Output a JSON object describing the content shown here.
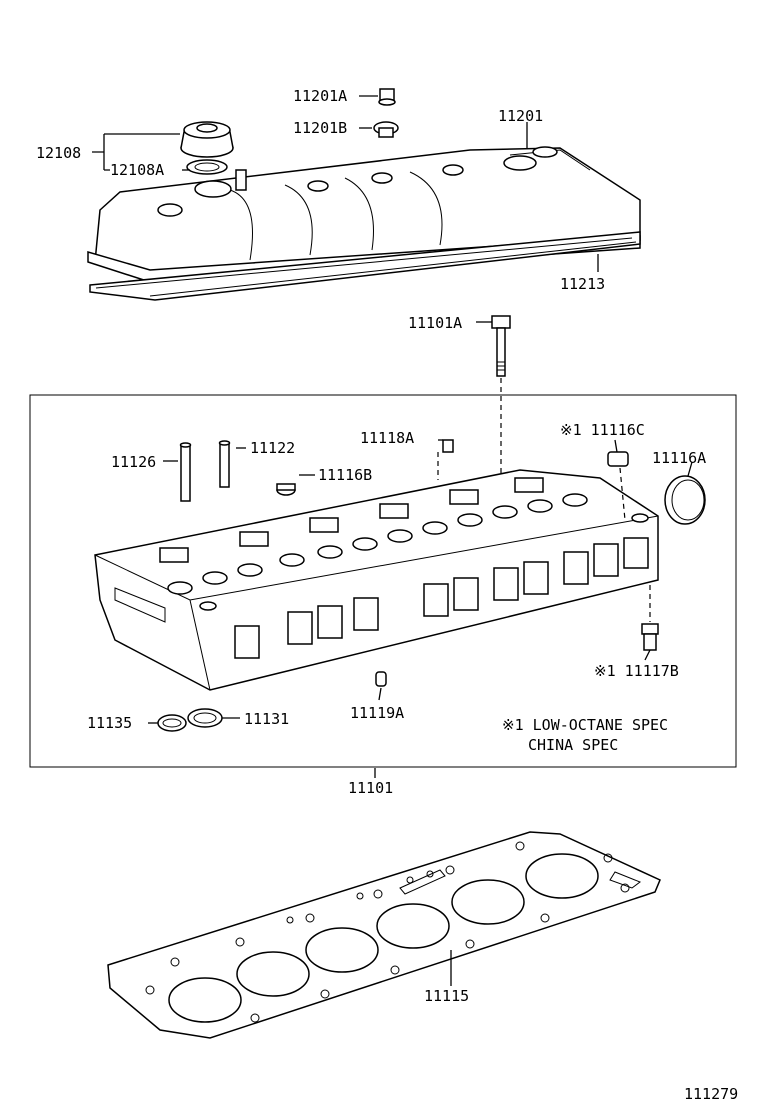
{
  "labels": {
    "p11201a": "11201A",
    "p11201b": "11201B",
    "p11201": "11201",
    "p12108": "12108",
    "p12108a": "12108A",
    "p11213": "11213",
    "p11101a": "11101A",
    "p11118a": "11118A",
    "p111116c": "※1 11116C",
    "p11116a": "11116A",
    "p11126": "11126",
    "p11122": "11122",
    "p11116b": "11116B",
    "p111117b": "※1 11117B",
    "p11135": "11135",
    "p11131": "11131",
    "p11119a": "11119A",
    "note_line1": "※1 LOW-OCTANE SPEC",
    "note_line2": "CHINA SPEC",
    "p11101": "11101",
    "p11115": "11115",
    "diagram_code": "111279"
  }
}
